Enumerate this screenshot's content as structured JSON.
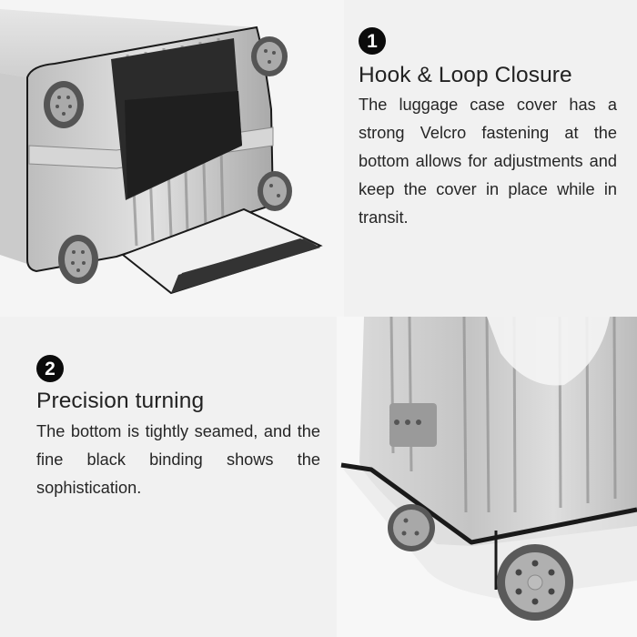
{
  "features": [
    {
      "number": "1",
      "title": "Hook & Loop Closure",
      "description": "The luggage case cover has a strong Velcro fastening at the bottom allows for adjustments and keep the cover in place while in transit.",
      "image": "luggage-bottom-velcro-flap-photo"
    },
    {
      "number": "2",
      "title": "Precision turning",
      "description": "The bottom is tightly seamed, and the fine black binding shows the sophistication.",
      "image": "luggage-corner-black-binding-photo"
    }
  ],
  "colors": {
    "background": "#f1f1f1",
    "badge": "#0b0b0b",
    "badge_text": "#ffffff",
    "text": "#222222",
    "binding": "#1a1a1a"
  }
}
